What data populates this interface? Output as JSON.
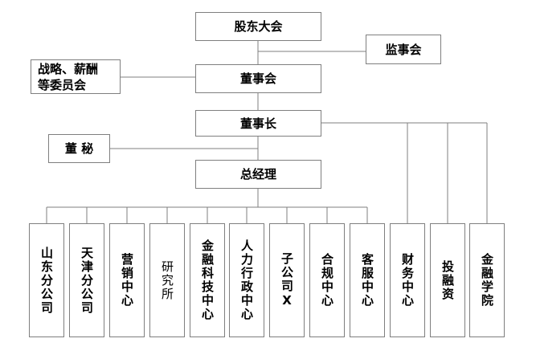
{
  "top": {
    "shareholders": "股东大会",
    "supervisors": "监事会",
    "committee": "战略、薪酬\n等委员会",
    "board": "董事会",
    "chairman": "董事长",
    "secretary": "董 秘",
    "gm": "总经理"
  },
  "departments": [
    {
      "label": "山东分公司",
      "bold": true
    },
    {
      "label": "天津分公司",
      "bold": true
    },
    {
      "label": "营销中心",
      "bold": true
    },
    {
      "label": "研究所",
      "bold": false
    },
    {
      "label": "金融科技中心",
      "bold": true
    },
    {
      "label": "人力行政中心",
      "bold": true
    },
    {
      "label": "子公司X",
      "bold": true
    },
    {
      "label": "合规中心",
      "bold": true
    },
    {
      "label": "客服中心",
      "bold": true
    },
    {
      "label": "财务中心",
      "bold": true
    },
    {
      "label": "投融资",
      "bold": true
    },
    {
      "label": "金融学院",
      "bold": true
    }
  ],
  "colors": {
    "line": "#7f7f7f",
    "border": "#7f7f7f",
    "text": "#000000",
    "background": "#ffffff"
  }
}
